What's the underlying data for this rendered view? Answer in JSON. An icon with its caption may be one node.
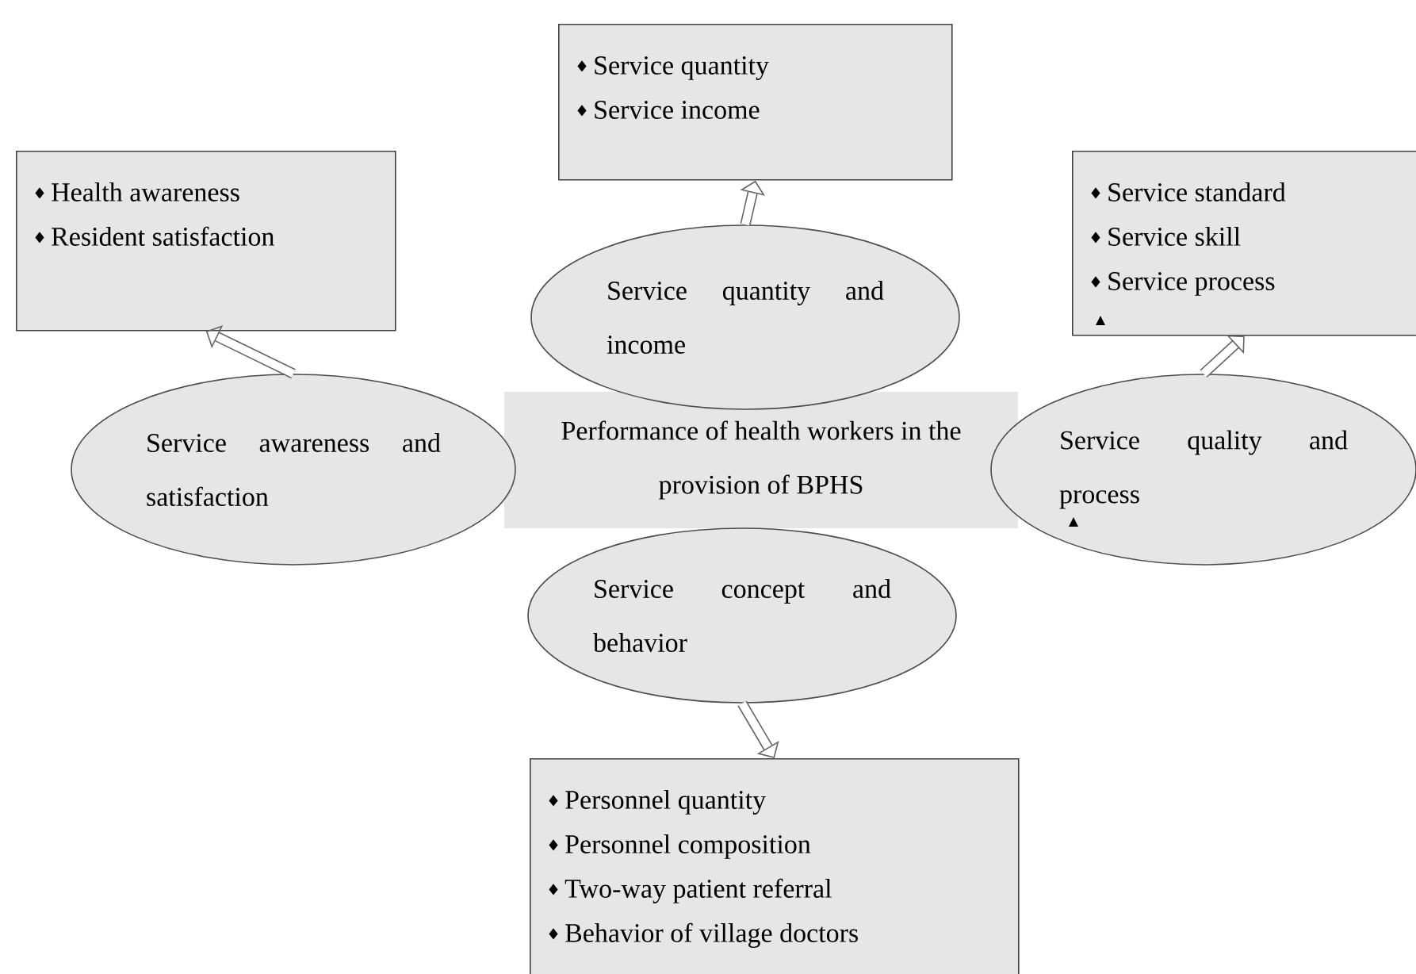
{
  "diagram": {
    "nodes": [
      {
        "text": [
          "Service quantity",
          "Service income"
        ]
      },
      {
        "text": [
          "Health awareness",
          "Resident satisfaction"
        ]
      },
      {
        "text": [
          "Service standard",
          "Service skill",
          "Service process"
        ]
      },
      {
        "text": [
          "Service quantity and income"
        ]
      },
      {
        "text": [
          "Service awareness and satisfaction"
        ]
      },
      {
        "text": [
          "Performance of health workers in the provision of BPHS"
        ]
      },
      {
        "text": [
          "Service quality and process"
        ]
      },
      {
        "text": [
          "Service concept and behavior"
        ]
      },
      {
        "text": [
          "Personnel quantity",
          "Personnel composition",
          "Two-way patient referral",
          "Behavior of village doctors"
        ]
      }
    ],
    "edges": [
      {
        "from": 3,
        "to": 0,
        "arrow": "to"
      },
      {
        "from": 4,
        "to": 1,
        "arrow": "to"
      },
      {
        "from": 6,
        "to": 2,
        "arrow": "to"
      },
      {
        "from": 7,
        "to": 8,
        "arrow": "to"
      }
    ]
  }
}
